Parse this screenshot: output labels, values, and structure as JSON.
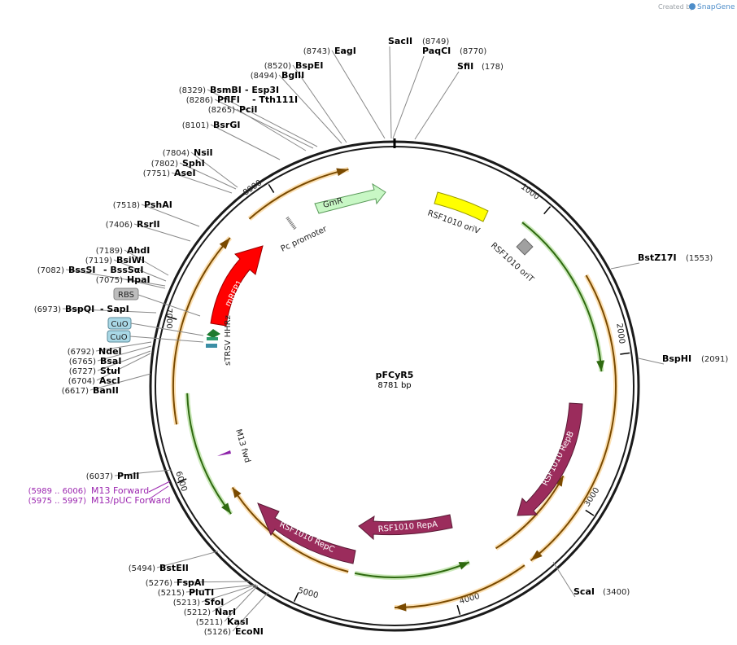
{
  "credit": {
    "prefix": "Created by",
    "brand": "SnapGene"
  },
  "plasmid": {
    "name": "pFCyR5",
    "length": "8781 bp"
  },
  "ticks": [
    "1000",
    "2000",
    "3000",
    "4000",
    "5000",
    "6000",
    "7000",
    "8000"
  ],
  "sites": [
    {
      "name": "SacII",
      "pos": "(8749)"
    },
    {
      "name": "PaqCI",
      "pos": "(8770)"
    },
    {
      "name": "SfiI",
      "pos": "(178)"
    },
    {
      "name": "EagI",
      "pos": "(8743)"
    },
    {
      "name": "BspEI",
      "pos": "(8520)"
    },
    {
      "name": "BglII",
      "pos": "(8494)"
    },
    {
      "name": "BsmBI",
      "pos": "(8329)",
      "name2": "- Esp3I"
    },
    {
      "name": "PflFI",
      "pos": "(8286)",
      "name2": "- Tth111I"
    },
    {
      "name": "PciI",
      "pos": "(8265)"
    },
    {
      "name": "BsrGI",
      "pos": "(8101)"
    },
    {
      "name": "NsiI",
      "pos": "(7804)"
    },
    {
      "name": "SphI",
      "pos": "(7802)"
    },
    {
      "name": "AseI",
      "pos": "(7751)"
    },
    {
      "name": "PshAI",
      "pos": "(7518)"
    },
    {
      "name": "RsrII",
      "pos": "(7406)"
    },
    {
      "name": "AhdI",
      "pos": "(7189)"
    },
    {
      "name": "BsiWI",
      "pos": "(7119)"
    },
    {
      "name": "BssSI",
      "pos": "(7082)",
      "name2": "- BssSαI"
    },
    {
      "name": "HpaI",
      "pos": "(7075)"
    },
    {
      "name": "BspQI",
      "pos": "(6973)",
      "name2": "- SapI"
    },
    {
      "name": "NdeI",
      "pos": "(6792)"
    },
    {
      "name": "BsaI",
      "pos": "(6765)"
    },
    {
      "name": "StuI",
      "pos": "(6727)"
    },
    {
      "name": "AscI",
      "pos": "(6704)"
    },
    {
      "name": "BanII",
      "pos": "(6617)"
    },
    {
      "name": "PmlI",
      "pos": "(6037)"
    },
    {
      "name": "BstEII",
      "pos": "(5494)"
    },
    {
      "name": "FspAI",
      "pos": "(5276)"
    },
    {
      "name": "PluTI",
      "pos": "(5215)"
    },
    {
      "name": "SfoI",
      "pos": "(5213)"
    },
    {
      "name": "NarI",
      "pos": "(5212)"
    },
    {
      "name": "KasI",
      "pos": "(5211)"
    },
    {
      "name": "EcoNI",
      "pos": "(5126)"
    },
    {
      "name": "BstZ17I",
      "pos": "(1553)"
    },
    {
      "name": "BspHI",
      "pos": "(2091)"
    },
    {
      "name": "ScaI",
      "pos": "(3400)"
    }
  ],
  "primers": [
    {
      "range": "(5989 .. 6006)",
      "label": "M13 Forward"
    },
    {
      "range": "(5975 .. 5997)",
      "label": "M13/pUC Forward"
    }
  ],
  "badges": [
    "RBS",
    "CuO",
    "CuO"
  ],
  "features": {
    "gmr": "GmR",
    "oriv": "RSF1010 oriV",
    "orit": "RSF1010 oriT",
    "pc": "Pc promoter",
    "mrfp": "mRFP1",
    "strsv": "sTRSV HHRz",
    "m13": "M13 fwd",
    "repb": "RSF1010 RepB",
    "repa": "RSF1010 RepA",
    "repc": "RSF1010 RepC"
  },
  "colors": {
    "backbone": "#1a1a1a",
    "orange_arc": "#f5a623",
    "green_arc": "#6bbf3a",
    "gmr": "#c8f7c5",
    "oriv": "#ffff00",
    "orit": "#a0a0a0",
    "mrfp": "#ff0000",
    "rep": "#9b2c5c",
    "strsv_green": "#1f7a2f",
    "m13": "#8e24aa",
    "cuo": "#a9d8e6",
    "rbs": "#bdbdbd"
  }
}
